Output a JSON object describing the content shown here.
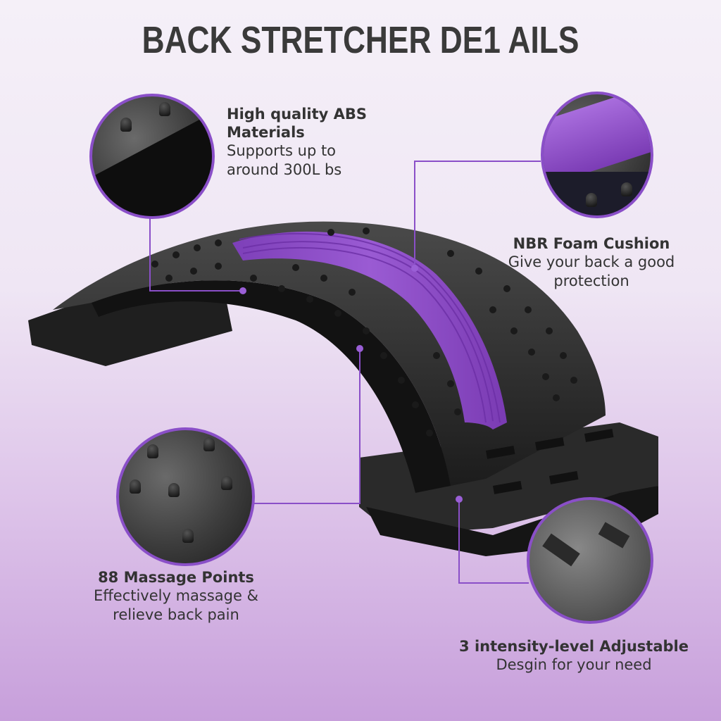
{
  "title": "BACK STRETCHER DE1 AILS",
  "features": [
    {
      "id": "abs",
      "heading_line1": "High quality ABS",
      "heading_line2": "Materials",
      "desc_line1": "Supports up to",
      "desc_line2": "around 300L bs"
    },
    {
      "id": "foam",
      "heading": "NBR Foam Cushion",
      "desc_line1": "Give your back a good",
      "desc_line2": "protection"
    },
    {
      "id": "massage",
      "heading": "88 Massage Points",
      "desc_line1": "Effectively massage &",
      "desc_line2": "relieve back pain"
    },
    {
      "id": "adjust",
      "heading": "3 intensity-level Adjustable",
      "desc_line1": "Desgin for your need"
    }
  ],
  "colors": {
    "accent": "#8a4fc8",
    "cushion": "#8e4fc4",
    "body": "#2a2a2a",
    "text": "#333333"
  }
}
